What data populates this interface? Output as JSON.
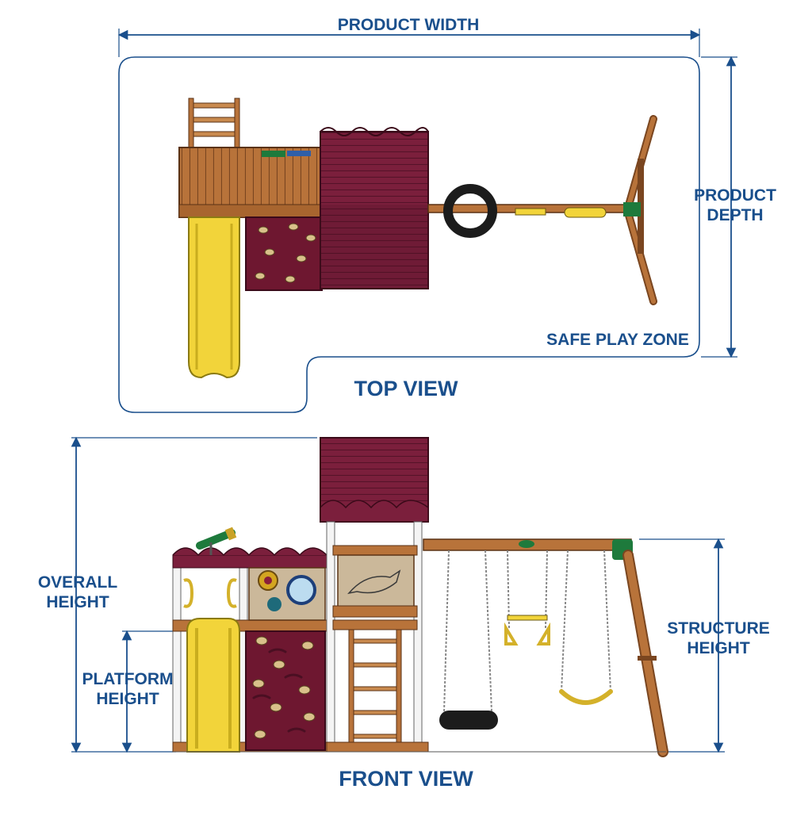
{
  "top_view": {
    "title": "TOP VIEW",
    "width_label": "PRODUCT WIDTH",
    "depth_label_line1": "PRODUCT",
    "depth_label_line2": "DEPTH",
    "zone_label": "SAFE PLAY ZONE"
  },
  "front_view": {
    "title": "FRONT VIEW",
    "overall_height_line1": "OVERALL",
    "overall_height_line2": "HEIGHT",
    "platform_height_line1": "PLATFORM",
    "platform_height_line2": "HEIGHT",
    "structure_height_line1": "STRUCTURE",
    "structure_height_line2": "HEIGHT"
  },
  "colors": {
    "label_blue": "#1a4f8c",
    "wood": "#b8733a",
    "wood_dark": "#7a4620",
    "roof_maroon": "#7b1f3c",
    "slide_yellow": "#f2d43a",
    "accent_green": "#1e7a3c",
    "tire_black": "#1c1c1c"
  }
}
